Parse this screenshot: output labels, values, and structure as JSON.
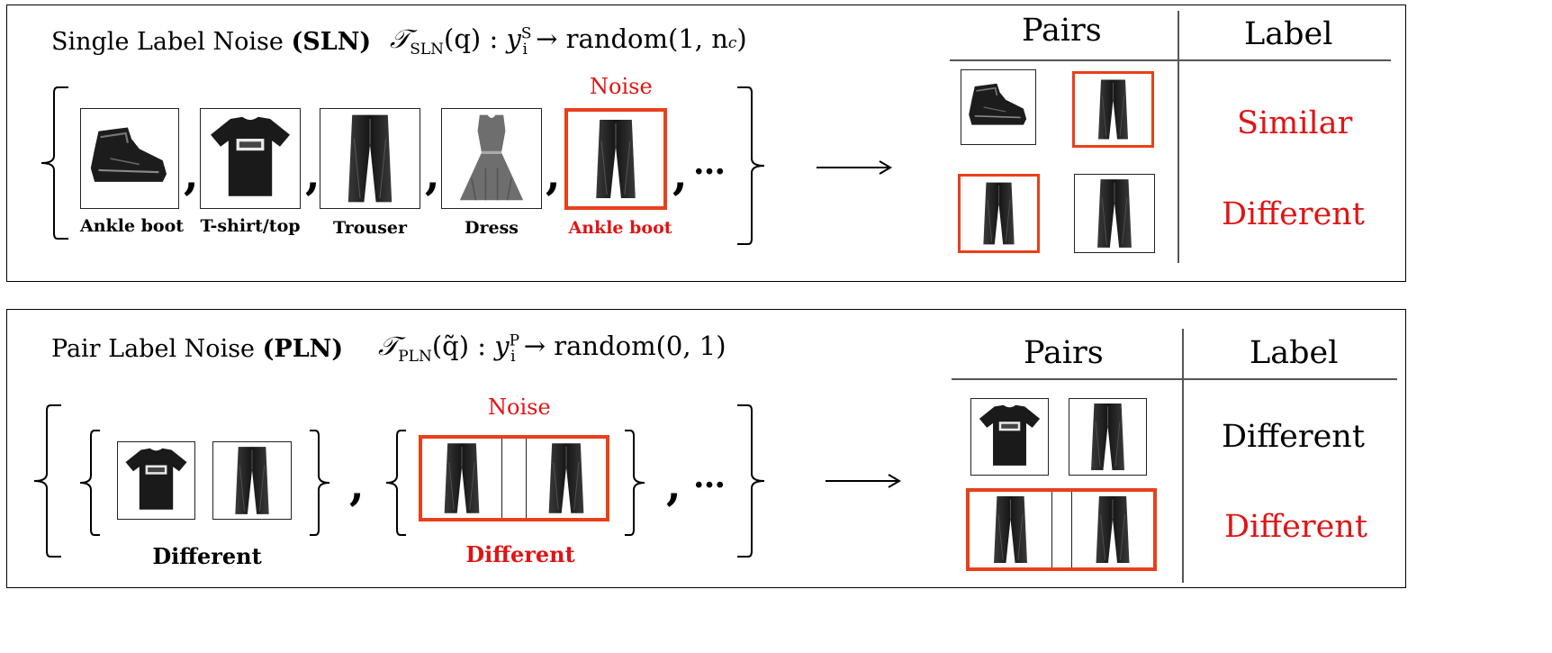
{
  "sln": {
    "title_prefix": "Single Label Noise ",
    "title_bold": "(SLN)",
    "formula": {
      "T": "𝒯",
      "sub": "SLN",
      "arg": "(q) : ",
      "y": "y",
      "y_sub": "i",
      "y_sup": "S",
      "rest": " → random(1, n",
      "nc_sub": "c",
      "close": ")"
    },
    "noise_label": "Noise",
    "captions": [
      "Ankle boot",
      "T-shirt/top",
      "Trouser",
      "Dress",
      "Ankle boot"
    ],
    "dots": "…",
    "table": {
      "pairs_header": "Pairs",
      "label_header": "Label",
      "labels": [
        "Similar",
        "Different"
      ]
    }
  },
  "pln": {
    "title_prefix": "Pair Label Noise ",
    "title_bold": "(PLN)",
    "formula": {
      "T": "𝒯",
      "sub": "PLN",
      "arg": "(q̃) : ",
      "y": "y",
      "y_sub": "i",
      "y_sup": "P",
      "rest": " → random(0, 1)"
    },
    "noise_label": "Noise",
    "captions": [
      "Different",
      "Different"
    ],
    "dots": "…",
    "table": {
      "pairs_header": "Pairs",
      "label_header": "Label",
      "labels": [
        "Different",
        "Different"
      ]
    }
  },
  "colors": {
    "noise_red": "#e01414",
    "noise_box": "#e8401a"
  },
  "icons": [
    "ankle-boot-image",
    "tshirt-image",
    "trouser-image",
    "dress-image"
  ]
}
